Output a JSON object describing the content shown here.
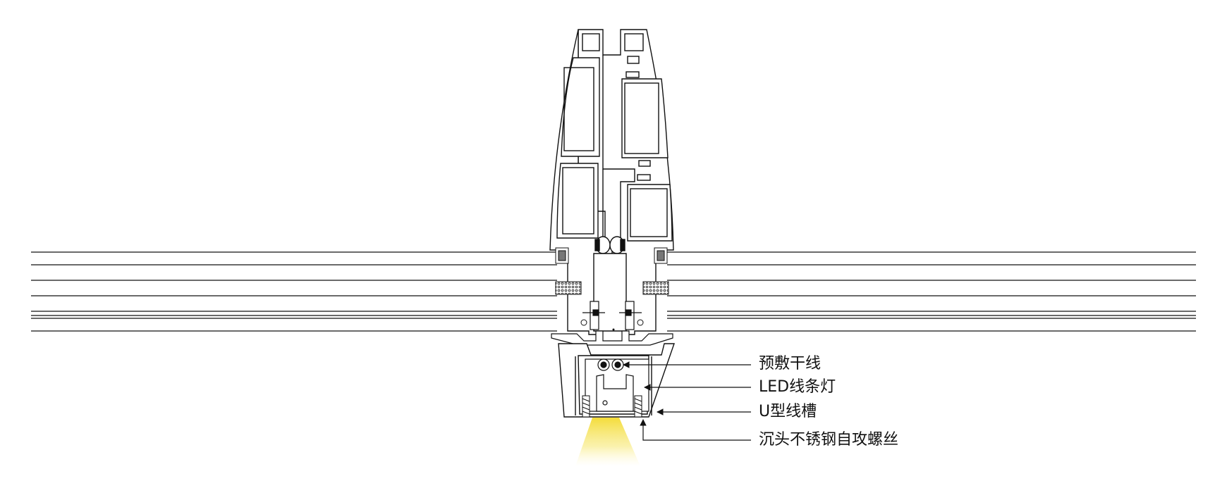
{
  "diagram": {
    "callouts": [
      {
        "id": "preset-wire",
        "text": "预敷干线"
      },
      {
        "id": "led-strip",
        "text": "LED线条灯"
      },
      {
        "id": "u-channel",
        "text": "U型线槽"
      },
      {
        "id": "countersunk-screw",
        "text": "沉头不锈钢自攻螺丝"
      }
    ]
  },
  "colors": {
    "line": "#111111",
    "light_glow": "#f7e25c",
    "seal_fill": "#777777",
    "background": "#ffffff"
  }
}
